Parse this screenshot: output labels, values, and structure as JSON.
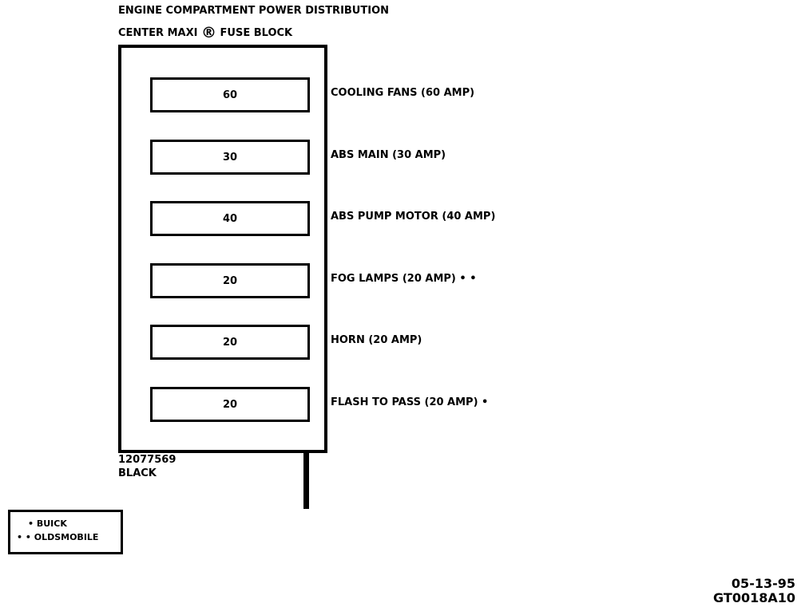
{
  "title": {
    "line1": "ENGINE COMPARTMENT POWER DISTRIBUTION",
    "line2_prefix": "CENTER MAXI",
    "registered": "®",
    "line2_suffix": "FUSE BLOCK"
  },
  "fuses": [
    {
      "value": "60",
      "label": "COOLING FANS (60 AMP)"
    },
    {
      "value": "30",
      "label": "ABS MAIN (30 AMP)"
    },
    {
      "value": "40",
      "label": "ABS PUMP MOTOR (40 AMP)"
    },
    {
      "value": "20",
      "label": "FOG LAMPS (20 AMP) • •"
    },
    {
      "value": "20",
      "label": "HORN (20 AMP)"
    },
    {
      "value": "20",
      "label": "FLASH TO PASS (20 AMP) •"
    }
  ],
  "part": {
    "number": "12077569",
    "color": "BLACK"
  },
  "legend": {
    "buick": "• BUICK",
    "oldsmobile": "• • OLDSMOBILE"
  },
  "footer": {
    "date": "05-13-95",
    "code": "GT0018A10"
  }
}
